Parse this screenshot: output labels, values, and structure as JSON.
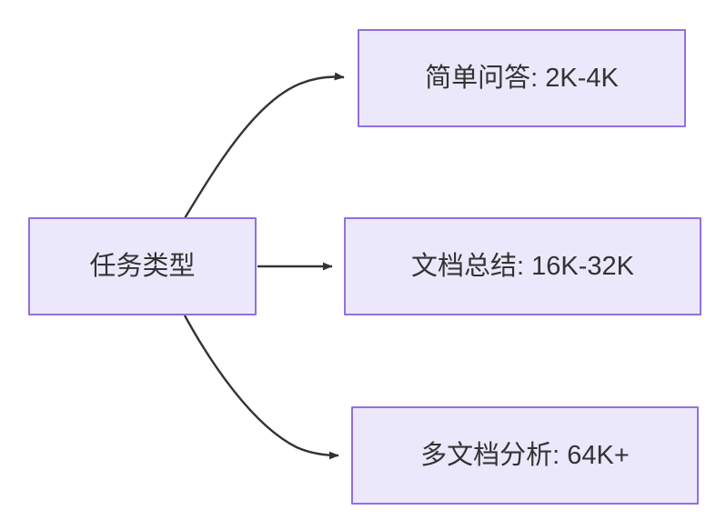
{
  "diagram": {
    "type": "flowchart",
    "direction": "left-to-right",
    "background_color": "#ffffff",
    "node_fill_color": "#ece8fb",
    "node_border_color": "#9070dd",
    "node_text_color": "#333333",
    "edge_color": "#333333",
    "nodes": [
      {
        "id": "source",
        "label": "任务类型",
        "role": "root"
      },
      {
        "id": "simple",
        "label": "简单问答: 2K-4K",
        "role": "leaf"
      },
      {
        "id": "doc",
        "label": "文档总结: 16K-32K",
        "role": "leaf"
      },
      {
        "id": "multidoc",
        "label": "多文档分析: 64K+",
        "role": "leaf"
      }
    ],
    "edges": [
      {
        "from": "source",
        "to": "simple",
        "label": "",
        "style": "curved-up",
        "arrow": "filled-triangle"
      },
      {
        "from": "source",
        "to": "doc",
        "label": "",
        "style": "straight",
        "arrow": "filled-triangle"
      },
      {
        "from": "source",
        "to": "multidoc",
        "label": "",
        "style": "curved-down",
        "arrow": "filled-triangle"
      }
    ]
  }
}
